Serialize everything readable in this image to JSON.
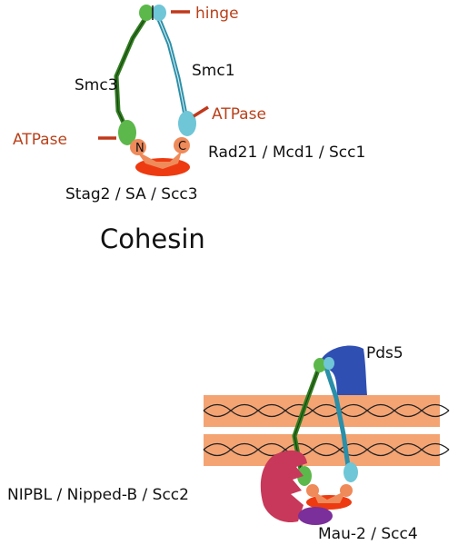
{
  "colors": {
    "smc3": "#2e7d1e",
    "smc3_head": "#5cb84a",
    "smc1": "#2a8fa8",
    "smc1_head": "#6fc6d6",
    "kleisin": "#ef8a5a",
    "stag": "#ee3a10",
    "red_label": "#b9411b",
    "dna": "#f4a373",
    "pds5": "#2f4fb3",
    "nipbl": "#c8385a",
    "mau2": "#7a2f9a"
  },
  "cohesin": {
    "hinge": "hinge",
    "smc3": "Smc3",
    "smc1": "Smc1",
    "atpase_right": "ATPase",
    "atpase_left": "ATPase",
    "n": "N",
    "c": "C",
    "kleisin": "Rad21 / Mcd1 / Scc1",
    "stag": "Stag2 / SA / Scc3",
    "title": "Cohesin"
  },
  "loader": {
    "pds5": "Pds5",
    "nipbl": "NIPBL / Nipped-B / Scc2",
    "mau2": "Mau-2 / Scc4"
  }
}
